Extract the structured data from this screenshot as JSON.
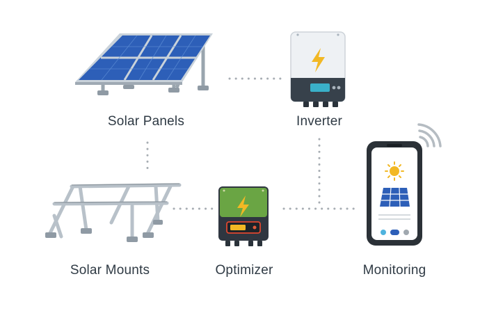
{
  "nodes": {
    "solar_panels": {
      "label": "Solar Panels",
      "icon": "solar-panel-icon"
    },
    "inverter": {
      "label": "Inverter",
      "icon": "inverter-icon"
    },
    "solar_mounts": {
      "label": "Solar Mounts",
      "icon": "mount-rack-icon"
    },
    "optimizer": {
      "label": "Optimizer",
      "icon": "optimizer-icon"
    },
    "monitoring": {
      "label": "Monitoring",
      "icon": "smartphone-icon"
    }
  },
  "colors": {
    "panel_blue": "#2d5fb8",
    "panel_frame": "#c9d2da",
    "inverter_body": "#eef1f4",
    "inverter_base": "#37414b",
    "bolt": "#f2b824",
    "optimizer_green": "#6aa544",
    "optimizer_dark": "#2f3640",
    "phone_body": "#2b3137",
    "connector": "#a7adb3",
    "label_text": "#2f3a44"
  }
}
